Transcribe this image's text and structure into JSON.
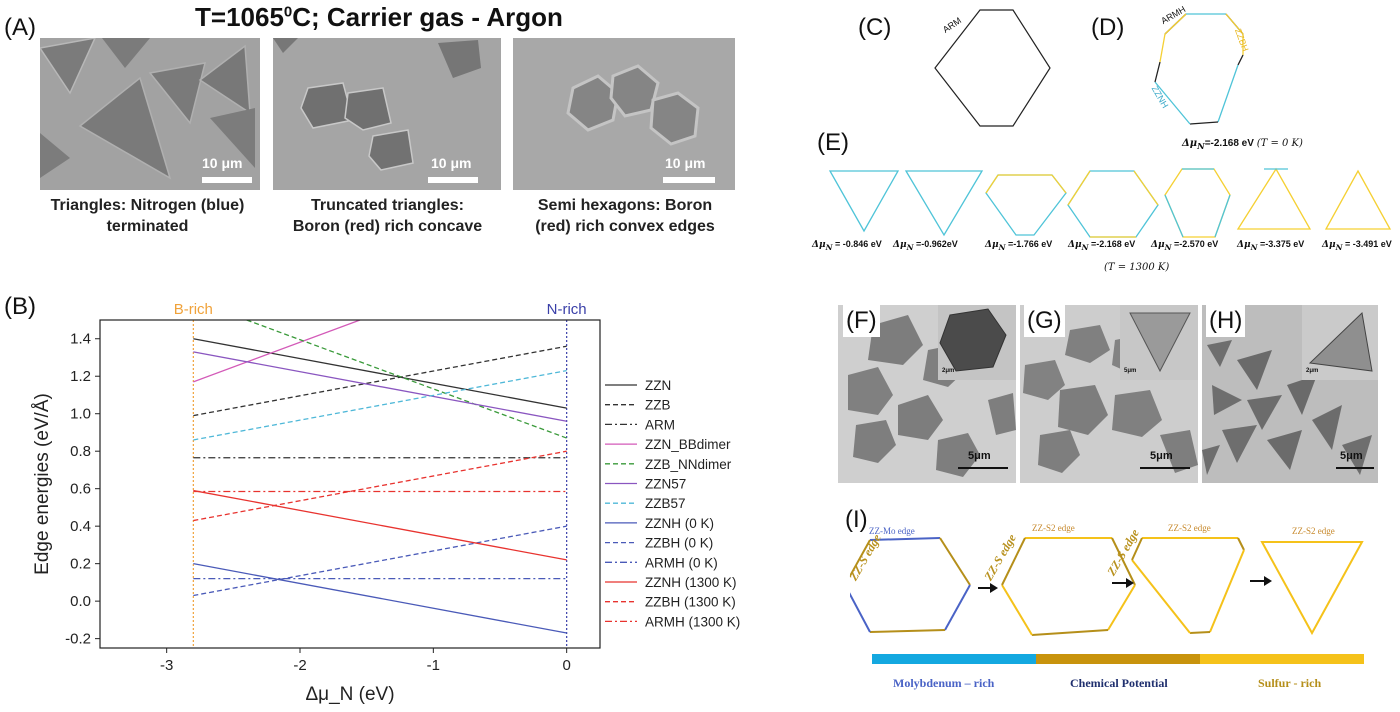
{
  "labels": {
    "a": "(A)",
    "b": "(B)",
    "c": "(C)",
    "d": "(D)",
    "e": "(E)",
    "f": "(F)",
    "g": "(G)",
    "h": "(H)",
    "i": "(I)"
  },
  "panel_a": {
    "title_main": "T=1065",
    "title_sup": "0",
    "title_rest": "C; Carrier gas - Argon",
    "images": [
      {
        "scale": "10 μm",
        "caption_1": "Triangles: Nitrogen (blue)",
        "caption_2": "terminated"
      },
      {
        "scale": "10 μm",
        "caption_1": "Truncated triangles:",
        "caption_2": "Boron (red) rich concave"
      },
      {
        "scale": "10 μm",
        "caption_1": "Semi hexagons: Boron",
        "caption_2": "(red) rich convex edges"
      }
    ]
  },
  "panel_c": {
    "edge_label": "ARM"
  },
  "panel_d": {
    "labels": [
      "ARMH",
      "ZZBH",
      "ZZNH"
    ],
    "condition_mu": "Δμ",
    "condition_sub": "N",
    "condition": "=-2.168 eV",
    "condition_t": "(T = 0 K)"
  },
  "panel_e": {
    "shapes": [
      "= -0.846 eV",
      "=-0.962eV",
      "=-1.766 eV",
      "=-2.168 eV",
      "=-2.570 eV",
      "=-3.375 eV",
      "= -3.491 eV"
    ],
    "mu": "Δμ",
    "sub": "N",
    "temperature": "(T = 1300 K)"
  },
  "panel_fgh": {
    "scales": [
      "5μm",
      "5μm",
      "5μm"
    ],
    "inset_scales": [
      "2μm",
      "5μm",
      "2μm"
    ]
  },
  "panel_i": {
    "edge_labels": [
      "ZZ-Mo edge",
      "ZZ-S2 edge",
      "ZZ-S2 edge",
      "ZZ-S2 edge"
    ],
    "side_labels": [
      "ZZ-S edge",
      "ZZ-S edge",
      "ZZ-S edge"
    ],
    "bottom_labels": [
      "Molybdenum – rich",
      "Chemical Potential",
      "Sulfur - rich"
    ],
    "colors": {
      "blue": "#2b8fd9",
      "gold": "#b58f1a",
      "yellow": "#f5c21a",
      "mo_edge": "#4a63c6",
      "s_edge": "#c7892c"
    }
  },
  "chart_data": {
    "type": "line",
    "xlabel": "Δμ_N (eV)",
    "ylabel": "Edge energies (eV/Å)",
    "xlim": [
      -3.5,
      0.25
    ],
    "ylim": [
      -0.25,
      1.5
    ],
    "xticks": [
      -3,
      -2,
      -1,
      0
    ],
    "yticks": [
      -0.2,
      0.0,
      0.2,
      0.4,
      0.6,
      0.8,
      1.0,
      1.2,
      1.4
    ],
    "ytick_labels": [
      "-0.2",
      "0.0",
      "0.2",
      "0.4",
      "0.6",
      "0.8",
      "1.0",
      "1.2",
      "1.4"
    ],
    "xtick_labels": [
      "-3",
      "-2",
      "-1",
      "0"
    ],
    "annotations": [
      {
        "text": "B-rich",
        "x": -2.8,
        "color": "#f0a23a"
      },
      {
        "text": "N-rich",
        "x": 0,
        "color": "#3a3fa8"
      }
    ],
    "legend_position": "right",
    "series": [
      {
        "name": "ZZN",
        "x": [
          -2.8,
          0
        ],
        "y": [
          1.4,
          1.03
        ],
        "color": "#333333",
        "dash": "solid"
      },
      {
        "name": "ZZB",
        "x": [
          -2.8,
          0
        ],
        "y": [
          0.99,
          1.36
        ],
        "color": "#333333",
        "dash": "dash"
      },
      {
        "name": "ARM",
        "x": [
          -2.8,
          0
        ],
        "y": [
          0.765,
          0.765
        ],
        "color": "#333333",
        "dash": "dashdot"
      },
      {
        "name": "ZZN_BBdimer",
        "x": [
          -2.8,
          -1.55
        ],
        "y": [
          1.17,
          1.5
        ],
        "color": "#d35ab8",
        "dash": "solid"
      },
      {
        "name": "ZZB_NNdimer",
        "x": [
          -2.4,
          0
        ],
        "y": [
          1.5,
          0.87
        ],
        "color": "#3a9a3a",
        "dash": "dash"
      },
      {
        "name": "ZZN57",
        "x": [
          -2.8,
          0
        ],
        "y": [
          1.33,
          0.96
        ],
        "color": "#8a56c0",
        "dash": "solid"
      },
      {
        "name": "ZZB57",
        "x": [
          -2.8,
          0
        ],
        "y": [
          0.86,
          1.23
        ],
        "color": "#4fb8d8",
        "dash": "dash"
      },
      {
        "name": "ZZNH (0 K)",
        "x": [
          -2.8,
          0
        ],
        "y": [
          0.2,
          -0.17
        ],
        "color": "#4a5ab8",
        "dash": "solid"
      },
      {
        "name": "ZZBH (0 K)",
        "x": [
          -2.8,
          0
        ],
        "y": [
          0.03,
          0.4
        ],
        "color": "#4a5ab8",
        "dash": "dash"
      },
      {
        "name": "ARMH (0 K)",
        "x": [
          -2.8,
          0
        ],
        "y": [
          0.12,
          0.12
        ],
        "color": "#4a5ab8",
        "dash": "dashdot"
      },
      {
        "name": "ZZNH (1300 K)",
        "x": [
          -2.8,
          0
        ],
        "y": [
          0.59,
          0.22
        ],
        "color": "#e8332f",
        "dash": "solid"
      },
      {
        "name": "ZZBH (1300 K)",
        "x": [
          -2.8,
          0
        ],
        "y": [
          0.43,
          0.8
        ],
        "color": "#e8332f",
        "dash": "dash"
      },
      {
        "name": "ARMH (1300 K)",
        "x": [
          -2.8,
          0
        ],
        "y": [
          0.585,
          0.585
        ],
        "color": "#e8332f",
        "dash": "dashdot"
      }
    ]
  }
}
